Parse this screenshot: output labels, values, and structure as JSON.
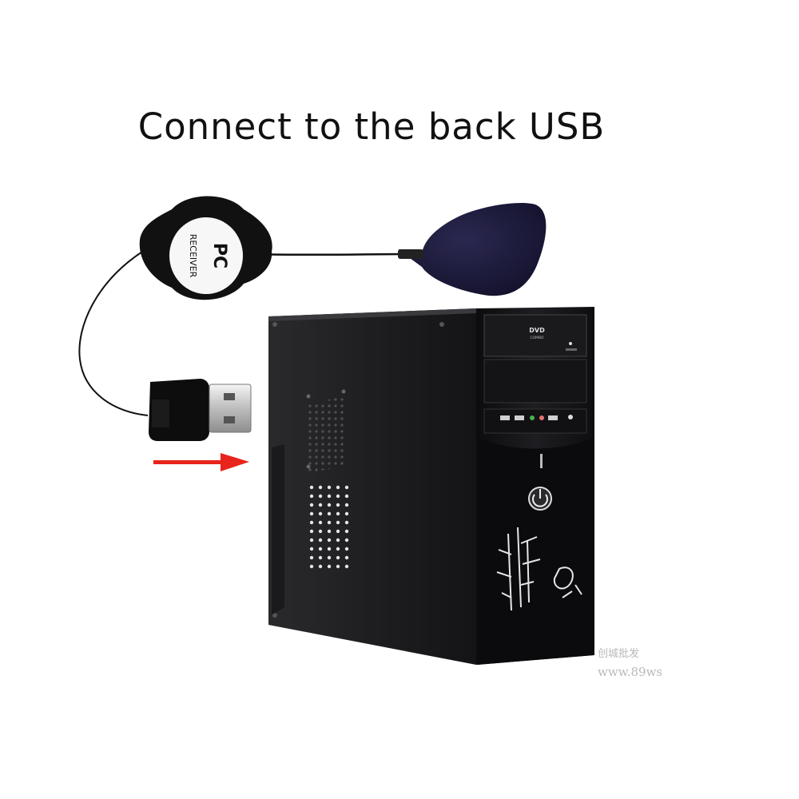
{
  "headline": "Connect to the back USB",
  "receiver": {
    "brand": "PC",
    "label": "RECEIVER"
  },
  "drive_label": {
    "line1": "DVD",
    "line2": "COMBO"
  },
  "watermark": {
    "line1": "创城批发",
    "line2": "www.89ws"
  },
  "colors": {
    "arrow": "#e8241c",
    "case_body": "#1b1b1e",
    "receiver_pad": "#1f1d3a",
    "background": "#ffffff"
  },
  "icons": [
    "usb-plug-icon",
    "power-button-icon",
    "arrow-right-icon",
    "bamboo-decoration-icon"
  ]
}
